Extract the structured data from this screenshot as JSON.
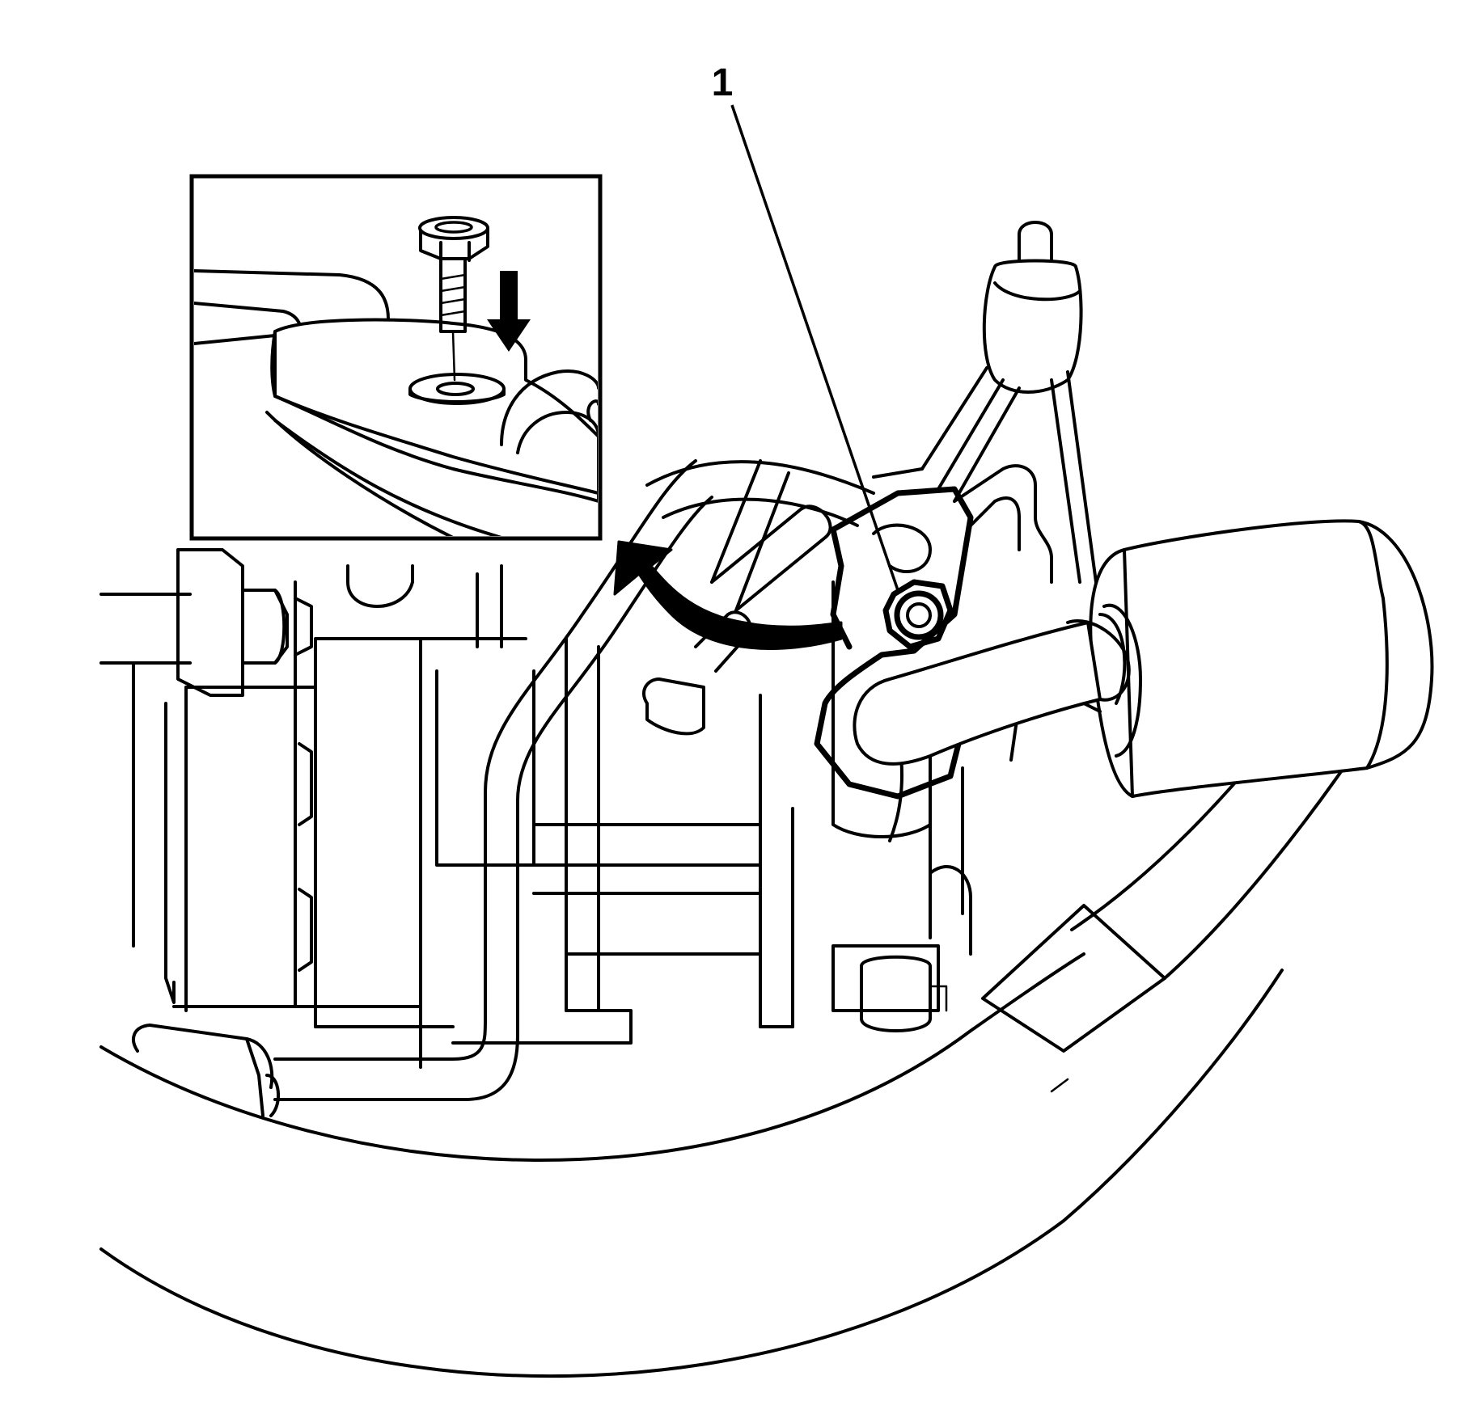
{
  "figure": {
    "callouts": [
      {
        "number": "1",
        "target": "retaining-nut"
      }
    ],
    "inset": {
      "content": "bolt-and-washer-installation",
      "arrow_direction": "down"
    },
    "line_color": "#000000",
    "background_color": "#ffffff"
  }
}
